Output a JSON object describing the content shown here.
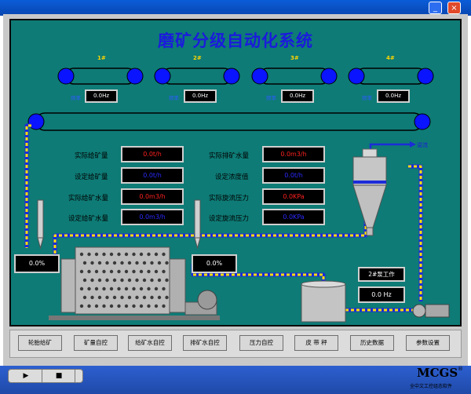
{
  "title": "磨矿分级自动化系统",
  "conveyors": [
    {
      "index": "1#",
      "name_label": "频率",
      "value": "0.0Hz"
    },
    {
      "index": "2#",
      "name_label": "频率",
      "value": "0.0Hz"
    },
    {
      "index": "3#",
      "name_label": "频率",
      "value": "0.0Hz"
    },
    {
      "index": "4#",
      "name_label": "频率",
      "value": "0.0Hz"
    }
  ],
  "params_left": [
    {
      "label": "实际给矿量",
      "value": "0.0t/h"
    },
    {
      "label": "设定给矿量",
      "value": "0.0t/h"
    },
    {
      "label": "实际给矿水量",
      "value": "0.0m3/h"
    },
    {
      "label": "设定给矿水量",
      "value": "0.0m3/h"
    }
  ],
  "params_right": [
    {
      "label": "实际排矿水量",
      "value": "0.0m3/h"
    },
    {
      "label": "设定浓度值",
      "value": "0.0t/h"
    },
    {
      "label": "实际旋流压力",
      "value": "0.0KPa"
    },
    {
      "label": "设定旋流压力",
      "value": "0.0KPa"
    }
  ],
  "mill_left_value": "0.0%",
  "mill_right_value": "0.0%",
  "cyclone_out_label": "溢流",
  "pump_status": "2#泵工作",
  "pump_value": "0.0 Hz",
  "nav_buttons": [
    "轮胎给矿",
    "矿量自控",
    "给矿水自控",
    "排矿水自控",
    "压力自控",
    "皮 带 秤",
    "历史数据",
    "参数设置"
  ],
  "player": {
    "play": "▶",
    "stop": "■"
  },
  "brand": "MCGS",
  "brand_reg": "®",
  "brand_sub": "全中文工控组态软件"
}
